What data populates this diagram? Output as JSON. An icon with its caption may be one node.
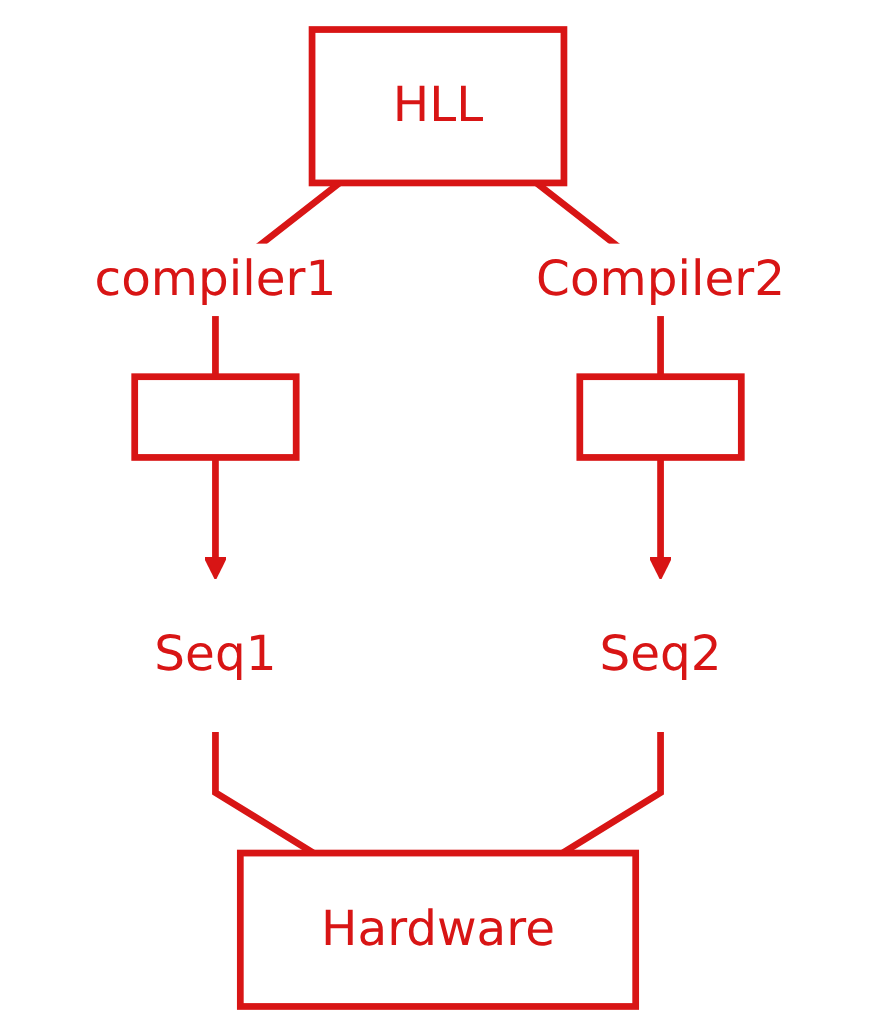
{
  "diagram": {
    "nodes": [
      {
        "text": [
          "HLL"
        ]
      },
      {
        "text": [],
        "shape": "box"
      },
      {
        "text": [],
        "shape": "box"
      },
      {
        "text": [
          "Seq1"
        ]
      },
      {
        "text": [
          "Seq2"
        ]
      },
      {
        "text": [
          "Hardware"
        ]
      }
    ],
    "edges": [
      {
        "from": 0,
        "to": 1,
        "arrow": "none",
        "label": "compiler1"
      },
      {
        "from": 0,
        "to": 2,
        "arrow": "none",
        "label": "Compiler2"
      },
      {
        "from": 1,
        "to": 3,
        "arrow": "to"
      },
      {
        "from": 2,
        "to": 4,
        "arrow": "to"
      },
      {
        "from": 3,
        "to": 5,
        "arrow": "none"
      },
      {
        "from": 4,
        "to": 5,
        "arrow": "none"
      }
    ]
  }
}
